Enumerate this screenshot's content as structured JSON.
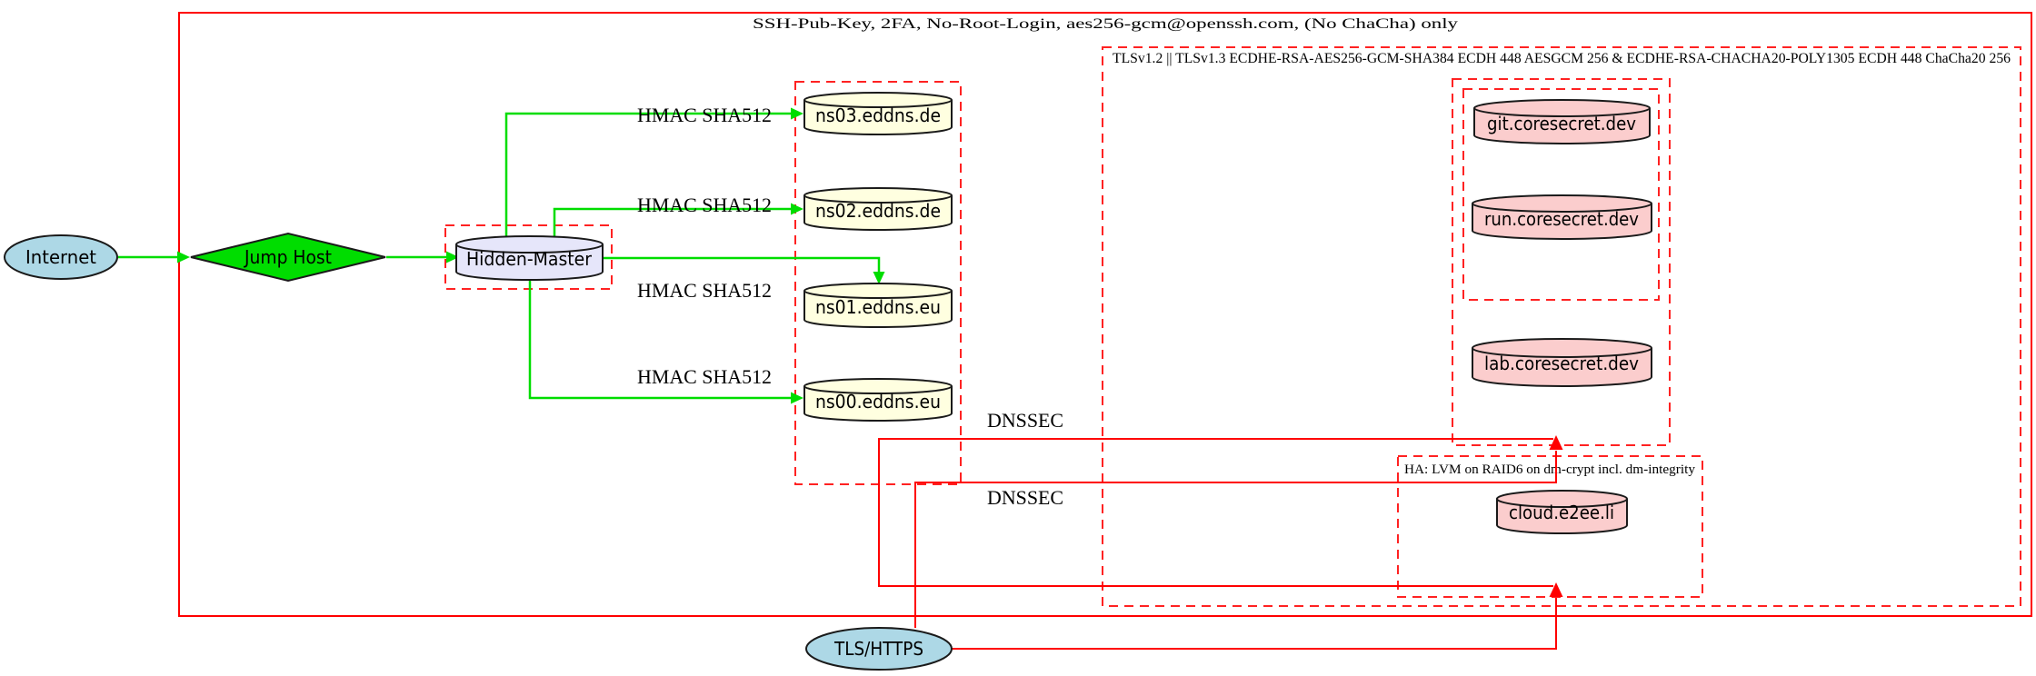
{
  "diagram": {
    "title_implicit": "DNS / hosting security topology diagram",
    "clusters": {
      "ssh_boundary": {
        "label": "SSH-Pub-Key, 2FA, No-Root-Login, aes256-gcm@openssh.com, (No ChaCha) only"
      },
      "tls_boundary": {
        "label": "TLSv1.2 || TLSv1.3 ECDHE-RSA-AES256-GCM-SHA384 ECDH 448 AESGCM 256 & ECDHE-RSA-CHACHA20-POLY1305 ECDH 448 ChaCha20 256"
      },
      "ha_storage": {
        "label": "HA: LVM on RAID6 on dm-crypt incl. dm-integrity"
      }
    },
    "nodes": {
      "internet": {
        "label": "Internet",
        "shape": "ellipse",
        "fill": "#add8e6"
      },
      "jump_host": {
        "label": "Jump Host",
        "shape": "diamond",
        "fill": "#00dd00"
      },
      "hidden_master": {
        "label": "Hidden-Master",
        "shape": "cylinder",
        "fill": "#e6e6fa"
      },
      "ns03": {
        "label": "ns03.eddns.de",
        "shape": "cylinder",
        "fill": "#ffffe0"
      },
      "ns02": {
        "label": "ns02.eddns.de",
        "shape": "cylinder",
        "fill": "#ffffe0"
      },
      "ns01": {
        "label": "ns01.eddns.eu",
        "shape": "cylinder",
        "fill": "#ffffe0"
      },
      "ns00": {
        "label": "ns00.eddns.eu",
        "shape": "cylinder",
        "fill": "#ffffe0"
      },
      "git": {
        "label": "git.coresecret.dev",
        "shape": "cylinder",
        "fill": "#fbcdcd"
      },
      "run": {
        "label": "run.coresecret.dev",
        "shape": "cylinder",
        "fill": "#fbcdcd"
      },
      "lab": {
        "label": "lab.coresecret.dev",
        "shape": "cylinder",
        "fill": "#fbcdcd"
      },
      "cloud": {
        "label": "cloud.e2ee.li",
        "shape": "cylinder",
        "fill": "#fbcdcd"
      },
      "tls_https": {
        "label": "TLS/HTTPS",
        "shape": "ellipse",
        "fill": "#add8e6"
      }
    },
    "edge_labels": {
      "hmac": "HMAC SHA512",
      "dnssec": "DNSSEC"
    },
    "colors": {
      "cluster_border_red": "#ff0000",
      "edge_green": "#00dd00",
      "edge_red": "#ff0000",
      "node_blue": "#add8e6",
      "node_green": "#00dd00",
      "node_lavender": "#e6e6fa",
      "node_yellow": "#ffffe0",
      "node_pink": "#fbcdcd",
      "background": "#ffffff"
    }
  }
}
